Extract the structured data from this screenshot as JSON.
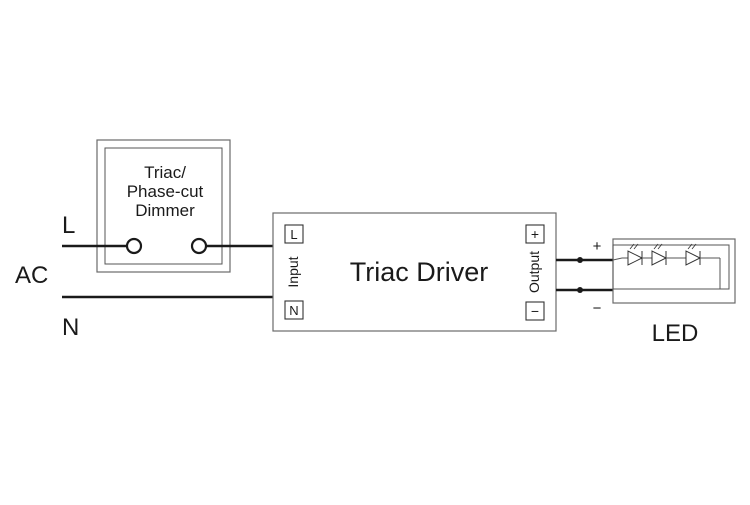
{
  "ac_source": {
    "label": "AC",
    "line_label": "L",
    "neutral_label": "N"
  },
  "dimmer": {
    "label_line1": "Triac/",
    "label_line2": "Phase-cut",
    "label_line3": "Dimmer"
  },
  "driver": {
    "title": "Triac Driver",
    "input_label": "Input",
    "output_label": "Output",
    "input_terminals": [
      "L",
      "N"
    ],
    "output_terminals": [
      "+",
      "−"
    ]
  },
  "led_module": {
    "label": "LED",
    "plus_label": "+",
    "minus_label": "−",
    "led_count": 3
  }
}
